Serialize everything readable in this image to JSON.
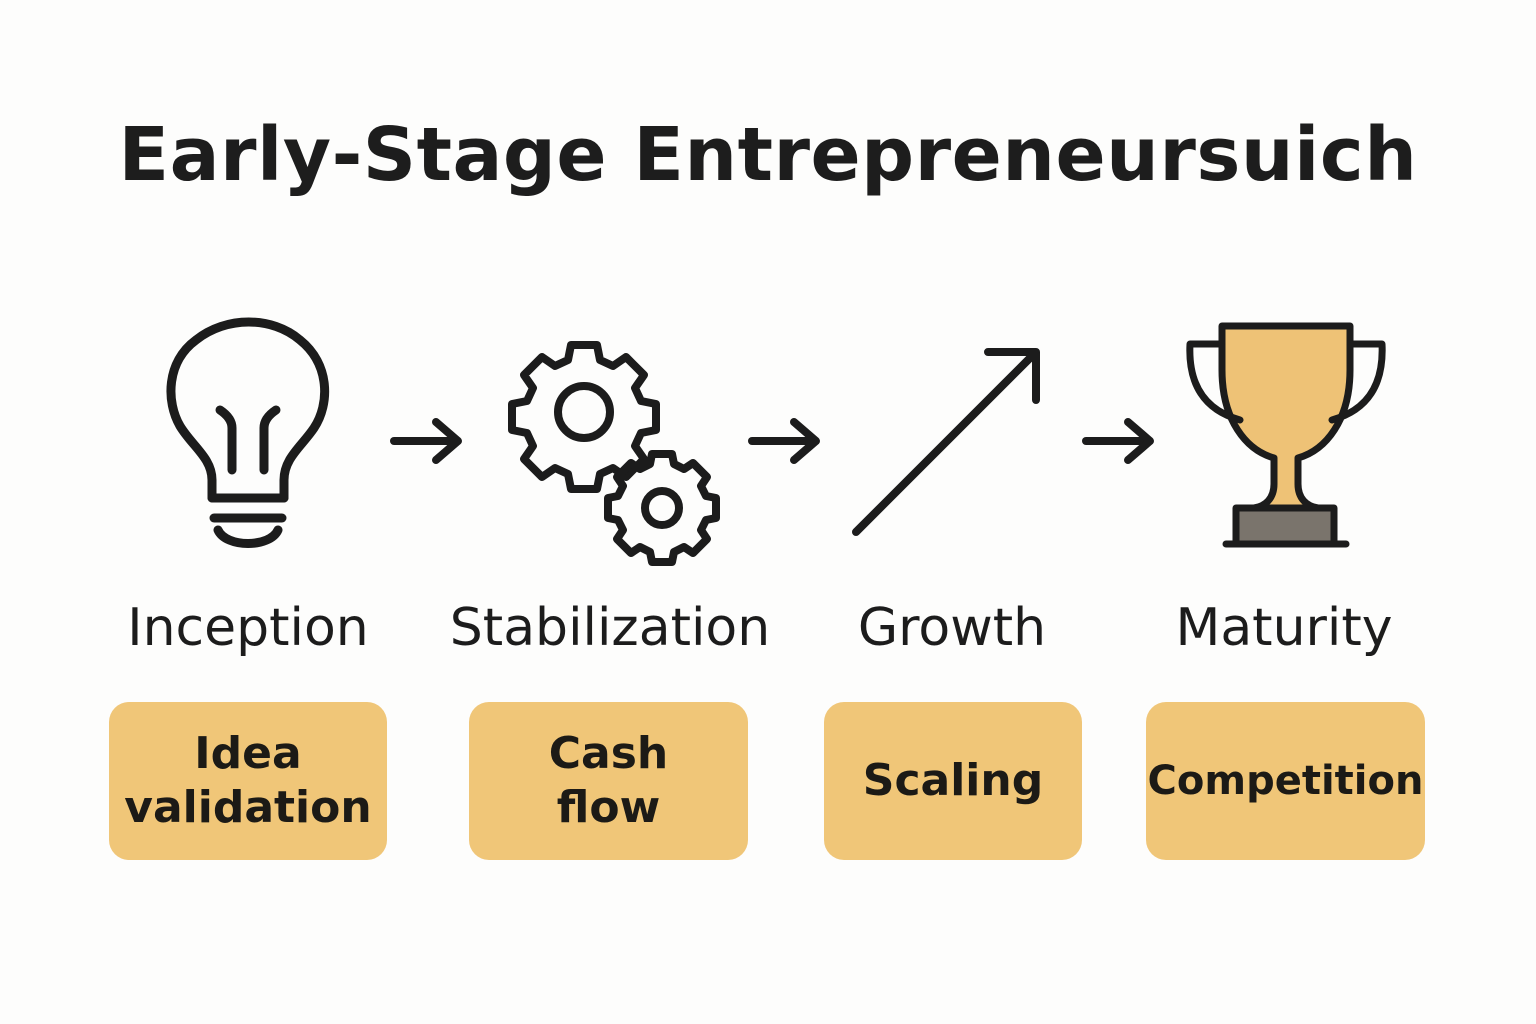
{
  "title": "Early-Stage Entrepreneursuich",
  "stages": [
    {
      "label": "Inception",
      "card": "Idea\nvalidation",
      "icon": "lightbulb-icon"
    },
    {
      "label": "Stabilization",
      "card": "Cash\nflow",
      "icon": "gears-icon"
    },
    {
      "label": "Growth",
      "card": "Scaling",
      "icon": "growth-arrow-icon"
    },
    {
      "label": "Maturity",
      "card": "Competition",
      "icon": "trophy-icon"
    }
  ],
  "colors": {
    "card": "#f0c678",
    "trophy_gold": "#eec276",
    "trophy_base": "#7a746c",
    "ink": "#1c1c1c"
  }
}
